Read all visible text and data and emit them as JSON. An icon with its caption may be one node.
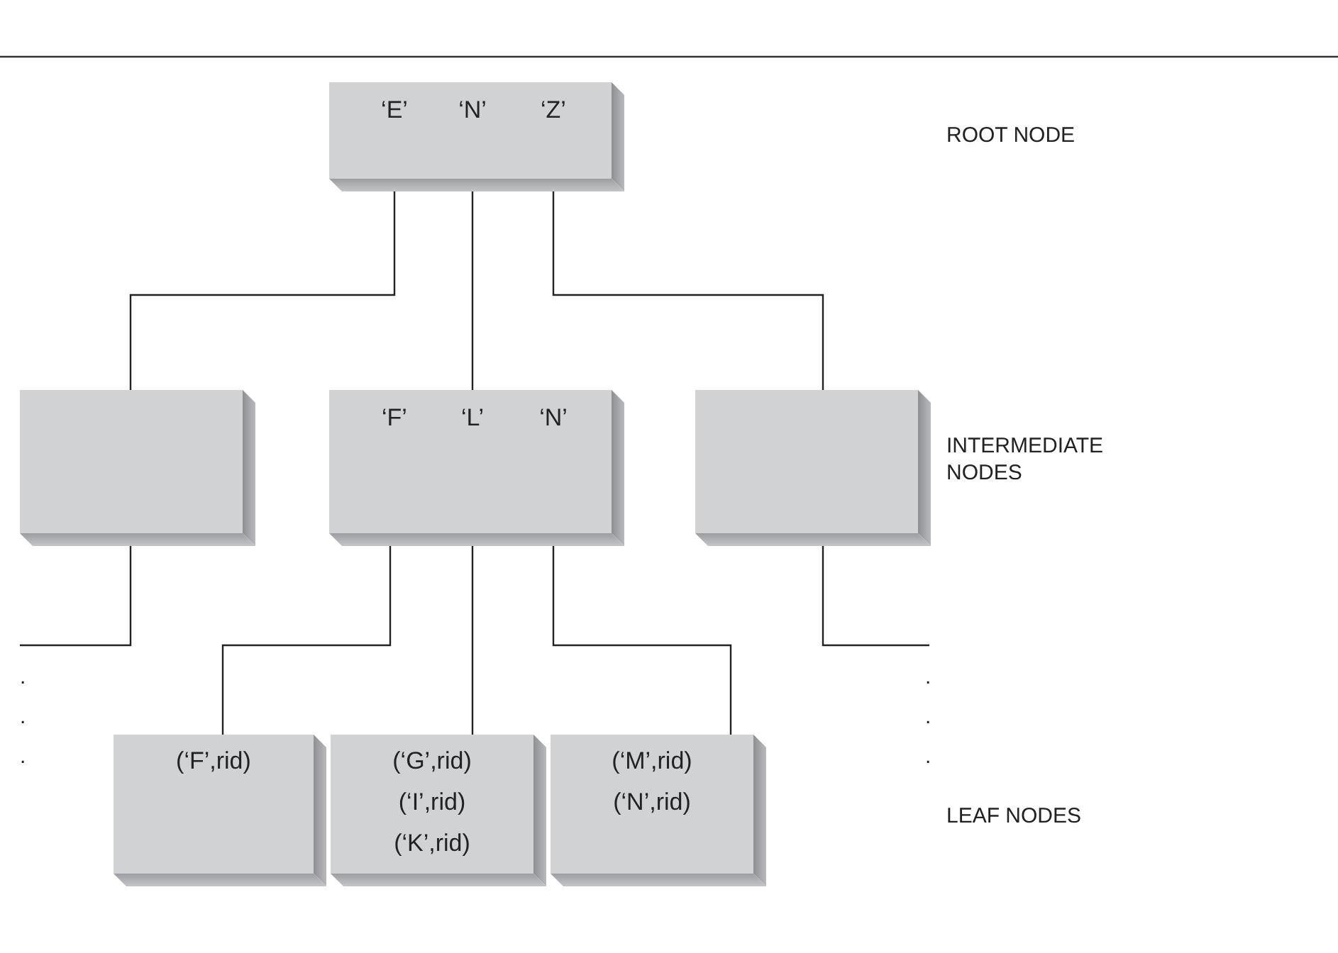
{
  "diagram": {
    "nodes": [
      {
        "text": [
          "‘E’",
          "‘N’",
          "‘Z’"
        ]
      },
      {
        "text": [],
        "shape": "box"
      },
      {
        "text": [
          "‘F’",
          "‘L’",
          "‘N’"
        ]
      },
      {
        "text": [],
        "shape": "box"
      },
      {
        "text": [
          "(‘F’,rid)"
        ]
      },
      {
        "text": [
          "(‘G’,rid)",
          "(‘I’,rid)",
          "(‘K’,rid)"
        ]
      },
      {
        "text": [
          "(‘M’,rid)",
          "(‘N’,rid)"
        ]
      }
    ],
    "edges": [
      {
        "from": 0,
        "to": 1,
        "arrow": "none"
      },
      {
        "from": 0,
        "to": 2,
        "arrow": "none"
      },
      {
        "from": 0,
        "to": 3,
        "arrow": "none"
      },
      {
        "from": 1,
        "to": null,
        "arrow": "none"
      },
      {
        "from": 3,
        "to": null,
        "arrow": "none"
      },
      {
        "from": 2,
        "to": 4,
        "arrow": "none"
      },
      {
        "from": 2,
        "to": 5,
        "arrow": "none"
      },
      {
        "from": 2,
        "to": 6,
        "arrow": "none"
      }
    ],
    "labels": [
      "ROOT NODE",
      "INTERMEDIATE NODES",
      ".",
      ".",
      ".",
      ".",
      ".",
      ".",
      "LEAF NODES"
    ]
  }
}
